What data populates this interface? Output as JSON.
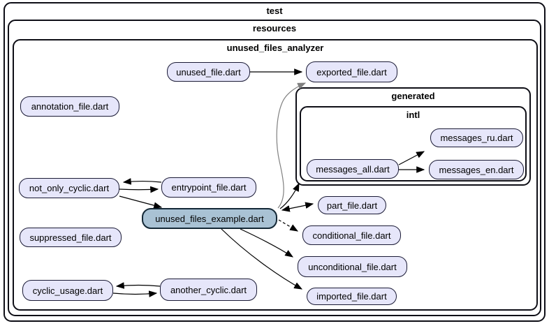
{
  "diagram": {
    "containers": {
      "test": "test",
      "resources": "resources",
      "analyzer": "unused_files_analyzer",
      "generated": "generated",
      "intl": "intl"
    },
    "nodes": [
      {
        "label": "unused_file.dart"
      },
      {
        "label": "exported_file.dart"
      },
      {
        "label": "annotation_file.dart"
      },
      {
        "label": "messages_ru.dart"
      },
      {
        "label": "messages_all.dart"
      },
      {
        "label": "messages_en.dart"
      },
      {
        "label": "not_only_cyclic.dart"
      },
      {
        "label": "entrypoint_file.dart"
      },
      {
        "label": "unused_files_example.dart",
        "highlighted": true
      },
      {
        "label": "suppressed_file.dart"
      },
      {
        "label": "part_file.dart"
      },
      {
        "label": "conditional_file.dart"
      },
      {
        "label": "unconditional_file.dart"
      },
      {
        "label": "imported_file.dart"
      },
      {
        "label": "cyclic_usage.dart"
      },
      {
        "label": "another_cyclic.dart"
      }
    ],
    "edges": [
      {
        "from": "unused_file.dart",
        "to": "exported_file.dart",
        "style": "solid"
      },
      {
        "from": "entrypoint_file.dart",
        "to": "not_only_cyclic.dart",
        "style": "solid"
      },
      {
        "from": "not_only_cyclic.dart",
        "to": "entrypoint_file.dart",
        "style": "solid"
      },
      {
        "from": "not_only_cyclic.dart",
        "to": "unused_files_example.dart",
        "style": "solid"
      },
      {
        "from": "unused_files_example.dart",
        "to": "part_file.dart",
        "style": "bidirectional"
      },
      {
        "from": "unused_files_example.dart",
        "to": "conditional_file.dart",
        "style": "dashed"
      },
      {
        "from": "unused_files_example.dart",
        "to": "unconditional_file.dart",
        "style": "solid"
      },
      {
        "from": "unused_files_example.dart",
        "to": "imported_file.dart",
        "style": "solid"
      },
      {
        "from": "unused_files_example.dart",
        "to": "exported_file.dart",
        "style": "solid-gray"
      },
      {
        "from": "unused_files_example.dart",
        "to": "messages_all.dart",
        "style": "solid"
      },
      {
        "from": "messages_all.dart",
        "to": "messages_ru.dart",
        "style": "solid"
      },
      {
        "from": "messages_all.dart",
        "to": "messages_en.dart",
        "style": "solid"
      },
      {
        "from": "another_cyclic.dart",
        "to": "cyclic_usage.dart",
        "style": "solid"
      },
      {
        "from": "cyclic_usage.dart",
        "to": "another_cyclic.dart",
        "style": "solid"
      }
    ],
    "colors": {
      "background": "#ffffff",
      "node_fill": "#e6e6fa",
      "node_border": "#1a1a35",
      "highlight_fill": "#a9c2d4",
      "cluster_border": "#0e0e16",
      "edge": "#000000",
      "gray_edge": "#808080"
    }
  }
}
